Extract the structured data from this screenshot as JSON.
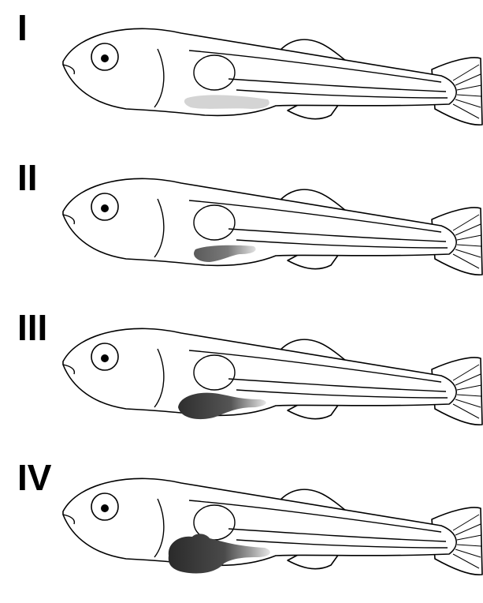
{
  "panels": [
    {
      "label": "I",
      "gut_fill": "#d4d4d4",
      "gut_stage": "light"
    },
    {
      "label": "II",
      "gut_fill": "#6f6f6f",
      "gut_stage": "small"
    },
    {
      "label": "III",
      "gut_fill": "#3c3c3c",
      "gut_stage": "medium"
    },
    {
      "label": "IV",
      "gut_fill": "#333333",
      "gut_stage": "large"
    }
  ]
}
